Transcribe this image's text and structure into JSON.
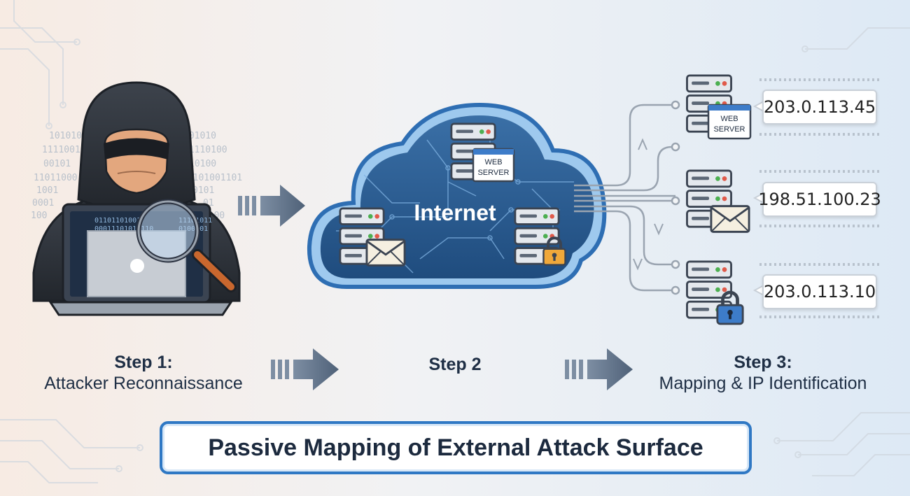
{
  "steps": [
    {
      "label_line1": "Step 1:",
      "label_line2": "Attacker Reconnaissance"
    },
    {
      "label_line1": "Step 2"
    },
    {
      "label_line1": "Step 3:",
      "label_line2": "Mapping & IP Identification"
    }
  ],
  "cloud": {
    "label": "Internet",
    "server_tag_line1": "WEB",
    "server_tag_line2": "SERVER"
  },
  "targets": [
    {
      "icon": "web-server",
      "tag_line1": "WEB",
      "tag_line2": "SERVER",
      "ip": "203.0.113.45"
    },
    {
      "icon": "mail-server",
      "ip": "198.51.100.23"
    },
    {
      "icon": "secure-server",
      "ip": "203.0.113.10"
    }
  ],
  "binary_text": [
    "10101001",
    "11110010",
    "00101",
    "11011000",
    "1001",
    "0001",
    "100"
  ],
  "binary_right": [
    "101010",
    "01110100",
    "10100",
    "11101001101",
    "0101",
    "01",
    "10100"
  ],
  "screen_binary": [
    "01101101001",
    "00011101011110",
    "11101011",
    "0100101"
  ],
  "footer_title": "Passive Mapping of External Attack Surface"
}
